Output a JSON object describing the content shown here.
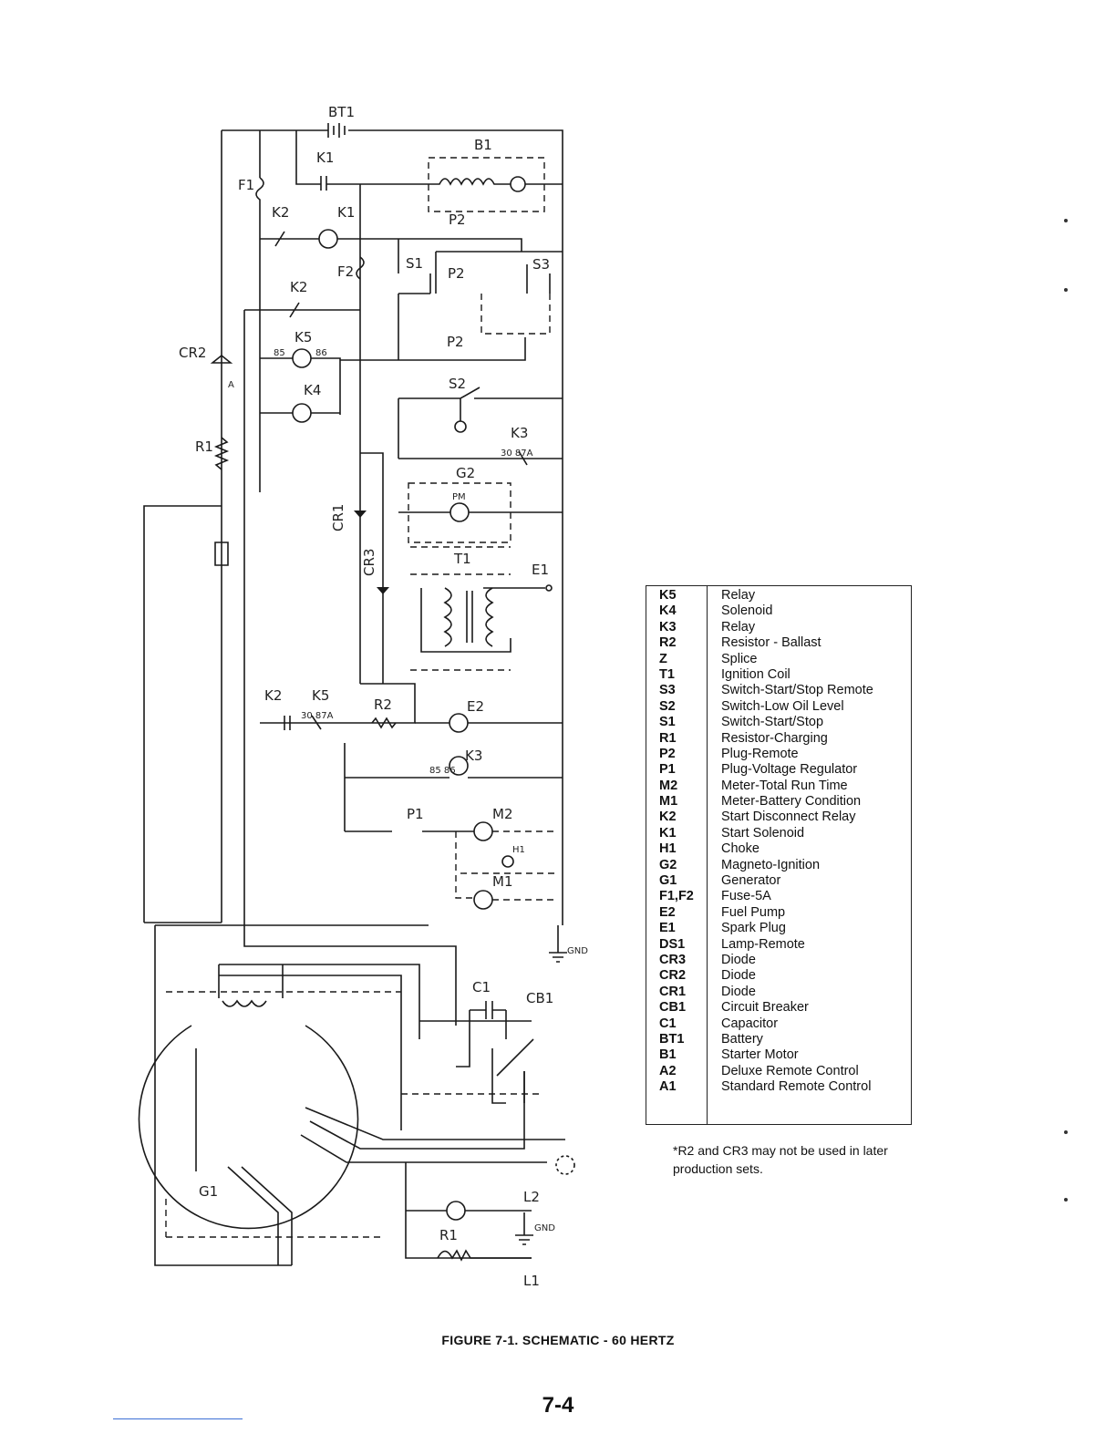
{
  "figure": {
    "caption": "FIGURE 7-1.  SCHEMATIC - 60 HERTZ",
    "page_number": "7-4",
    "footnote": "*R2 and CR3 may not be used in later production sets."
  },
  "diagram_labels": {
    "bt1": "BT1",
    "b1": "B1",
    "k1_top": "K1",
    "f1": "F1",
    "k2_top": "K2",
    "k1_coil": "K1",
    "p2_a": "P2",
    "f2": "F2",
    "s1": "S1",
    "p2_b": "P2",
    "s3": "S3",
    "k2_mid": "K2",
    "k5": "K5",
    "k4": "K4",
    "cr2": "CR2",
    "p2_c": "P2",
    "s2": "S2",
    "r1": "R1",
    "k3": "K3",
    "k3_pins": "30  87A",
    "g2": "G2",
    "pm": "PM",
    "cr1": "CR1",
    "cr3": "CR3",
    "t1": "T1",
    "e1": "E1",
    "k2_bottom": "K2",
    "k5_bottom": "K5",
    "k5_pins": "30  87A",
    "r2": "R2",
    "e2": "E2",
    "k3_coil": "K3",
    "k3_coil_pins": "85   86",
    "p1": "P1",
    "m2": "M2",
    "m1": "M1",
    "h1": "H1",
    "gnd_top": "GND",
    "gnd_bottom": "GND",
    "c1": "C1",
    "g1": "G1",
    "cb1": "CB1",
    "r1_lower": "R1",
    "l1": "L1",
    "l2": "L2",
    "pin_85": "85",
    "pin_86": "86",
    "a_mark": "A"
  },
  "legend": {
    "rows": [
      {
        "code": "K5",
        "desc": "Relay"
      },
      {
        "code": "K4",
        "desc": "Solenoid"
      },
      {
        "code": "K3",
        "desc": "Relay"
      },
      {
        "code": "R2",
        "desc": "Resistor - Ballast"
      },
      {
        "code": "Z",
        "desc": "Splice"
      },
      {
        "code": "T1",
        "desc": "Ignition Coil"
      },
      {
        "code": "S3",
        "desc": "Switch-Start/Stop Remote"
      },
      {
        "code": "S2",
        "desc": "Switch-Low Oil Level"
      },
      {
        "code": "S1",
        "desc": "Switch-Start/Stop"
      },
      {
        "code": "R1",
        "desc": "Resistor-Charging"
      },
      {
        "code": "P2",
        "desc": "Plug-Remote"
      },
      {
        "code": "P1",
        "desc": "Plug-Voltage Regulator"
      },
      {
        "code": "M2",
        "desc": "Meter-Total Run Time"
      },
      {
        "code": "M1",
        "desc": "Meter-Battery Condition"
      },
      {
        "code": "K2",
        "desc": "Start Disconnect Relay"
      },
      {
        "code": "K1",
        "desc": "Start Solenoid"
      },
      {
        "code": "H1",
        "desc": "Choke"
      },
      {
        "code": "G2",
        "desc": "Magneto-Ignition"
      },
      {
        "code": "G1",
        "desc": "Generator"
      },
      {
        "code": "F1,F2",
        "desc": "Fuse-5A"
      },
      {
        "code": "E2",
        "desc": "Fuel Pump"
      },
      {
        "code": "E1",
        "desc": "Spark Plug"
      },
      {
        "code": "DS1",
        "desc": "Lamp-Remote"
      },
      {
        "code": "CR3",
        "desc": "Diode"
      },
      {
        "code": "CR2",
        "desc": "Diode"
      },
      {
        "code": "CR1",
        "desc": "Diode"
      },
      {
        "code": "CB1",
        "desc": "Circuit Breaker"
      },
      {
        "code": "C1",
        "desc": "Capacitor"
      },
      {
        "code": "BT1",
        "desc": "Battery"
      },
      {
        "code": "B1",
        "desc": "Starter Motor"
      },
      {
        "code": "A2",
        "desc": "Deluxe Remote Control"
      },
      {
        "code": "A1",
        "desc": "Standard Remote Control"
      }
    ]
  }
}
